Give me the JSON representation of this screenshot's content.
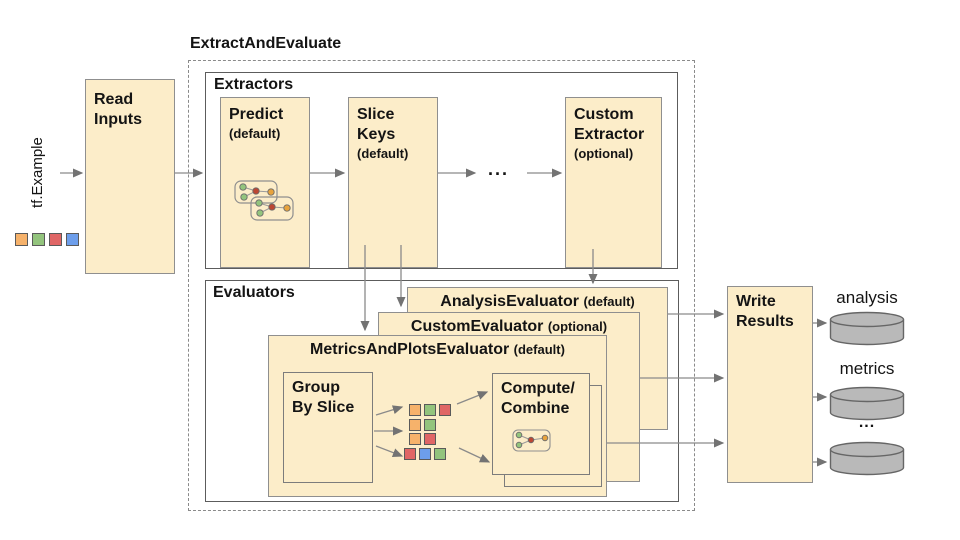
{
  "diagram_title": "ExtractAndEvaluate",
  "input": {
    "label": "tf.Example"
  },
  "read_inputs": {
    "line1": "Read",
    "line2": "Inputs"
  },
  "extractors": {
    "label": "Extractors",
    "predict": {
      "title": "Predict",
      "qualifier": "(default)"
    },
    "slice_keys": {
      "title_line1": "Slice",
      "title_line2": "Keys",
      "qualifier": "(default)"
    },
    "custom_extractor": {
      "title_line1": "Custom",
      "title_line2": "Extractor",
      "qualifier": "(optional)"
    },
    "ellipsis": "..."
  },
  "evaluators": {
    "label": "Evaluators",
    "analysis_evaluator": {
      "title": "AnalysisEvaluator",
      "qualifier": "(default)"
    },
    "custom_evaluator": {
      "title": "CustomEvaluator",
      "qualifier": "(optional)"
    },
    "metrics_and_plots_evaluator": {
      "title": "MetricsAndPlotsEvaluator",
      "qualifier": "(default)"
    },
    "group_by_slice": {
      "line1": "Group",
      "line2": "By Slice"
    },
    "compute_combine": {
      "line1": "Compute/",
      "line2": "Combine"
    }
  },
  "write_results": {
    "line1": "Write",
    "line2": "Results"
  },
  "outputs": {
    "analysis": "analysis",
    "metrics": "metrics",
    "more": "..."
  },
  "colors": {
    "orange": "#f6b26b",
    "green": "#93c47d",
    "red": "#e06666",
    "blue": "#6d9eeb",
    "box_fill": "#fcedc9",
    "cylinder_fill": "#b9b9b9",
    "border_gray": "#8f8f8f"
  },
  "input_squares": [
    "orange",
    "green",
    "red",
    "blue"
  ],
  "slice_grid_rows": [
    [
      "orange",
      "green",
      "red"
    ],
    [
      "orange",
      "green"
    ],
    [
      "orange",
      "red"
    ],
    [
      "red",
      "blue",
      "green"
    ]
  ]
}
